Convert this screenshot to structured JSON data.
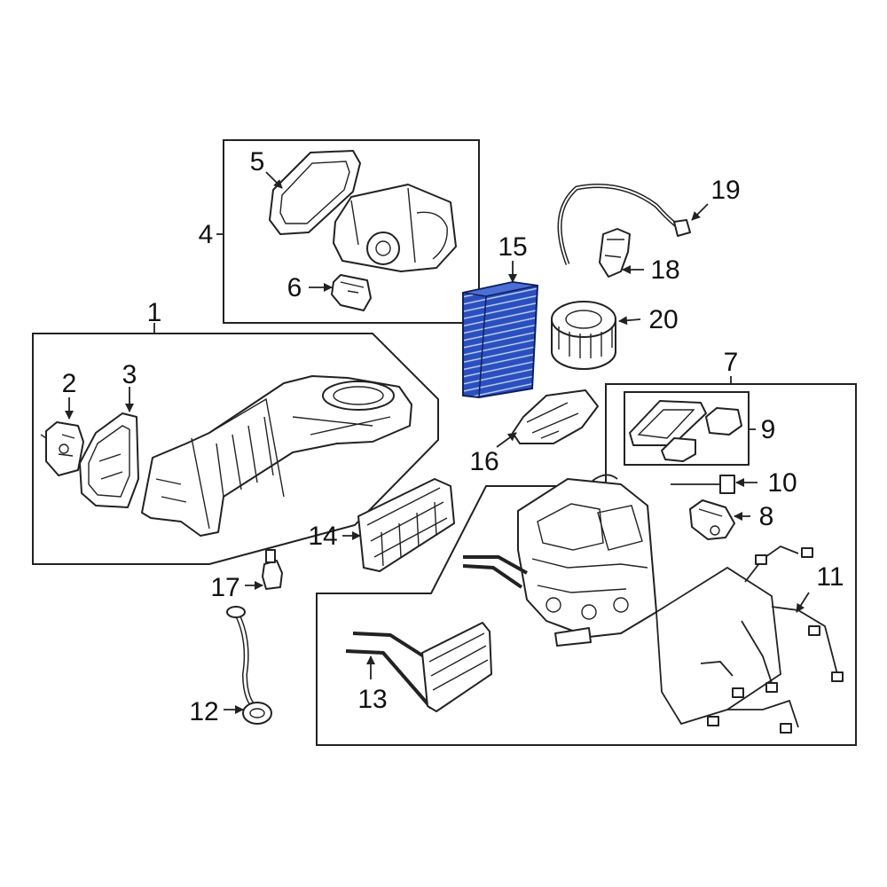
{
  "diagram": {
    "highlight_color": "#2a4fbf",
    "line_color": "#222222",
    "callouts": {
      "c1": "1",
      "c2": "2",
      "c3": "3",
      "c4": "4",
      "c5": "5",
      "c6": "6",
      "c7": "7",
      "c8": "8",
      "c9": "9",
      "c10": "10",
      "c11": "11",
      "c12": "12",
      "c13": "13",
      "c14": "14",
      "c15": "15",
      "c16": "16",
      "c17": "17",
      "c18": "18",
      "c19": "19",
      "c20": "20"
    }
  }
}
